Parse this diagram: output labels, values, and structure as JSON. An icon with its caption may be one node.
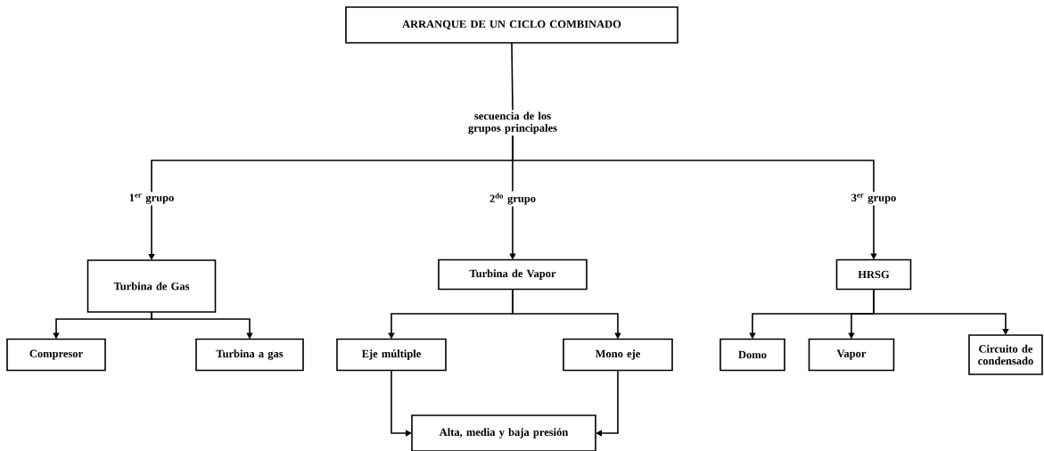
{
  "diagram": {
    "nodes": [
      {
        "text": [
          "ARRANQUE DE UN CICLO COMBINADO"
        ]
      },
      {
        "text": [
          "secuencia de los grupos principales"
        ]
      },
      {
        "text": [
          "1$^{er}$ grupo"
        ]
      },
      {
        "text": [
          "2$^{do}$ grupo"
        ]
      },
      {
        "text": [
          "3$^{er}$ grupo"
        ]
      },
      {
        "text": [
          "Turbina de Gas"
        ]
      },
      {
        "text": [
          "Turbina de Vapor"
        ]
      },
      {
        "text": [
          "HRSG"
        ]
      },
      {
        "text": [
          "Compresor"
        ]
      },
      {
        "text": [
          "Turbina a gas"
        ]
      },
      {
        "text": [
          "Eje múltiple"
        ]
      },
      {
        "text": [
          "Mono eje"
        ]
      },
      {
        "text": [
          "Domo"
        ]
      },
      {
        "text": [
          "Vapor"
        ]
      },
      {
        "text": [
          "Circuito de condensado"
        ]
      },
      {
        "text": [
          "Alta, media y baja presión"
        ]
      }
    ],
    "edges": [
      {
        "from": 0,
        "to": 1,
        "arrow": "none"
      },
      {
        "from": 1,
        "to": 2,
        "arrow": "none"
      },
      {
        "from": 1,
        "to": 3,
        "arrow": "none"
      },
      {
        "from": 1,
        "to": 4,
        "arrow": "none"
      },
      {
        "from": 2,
        "to": 5,
        "arrow": "to"
      },
      {
        "from": 3,
        "to": 6,
        "arrow": "to"
      },
      {
        "from": 4,
        "to": 7,
        "arrow": "to"
      },
      {
        "from": 5,
        "to": 8,
        "arrow": "to"
      },
      {
        "from": 5,
        "to": 9,
        "arrow": "to"
      },
      {
        "from": 6,
        "to": 10,
        "arrow": "to"
      },
      {
        "from": 6,
        "to": 11,
        "arrow": "to"
      },
      {
        "from": 7,
        "to": 12,
        "arrow": "to"
      },
      {
        "from": 7,
        "to": 13,
        "arrow": "to"
      },
      {
        "from": 7,
        "to": 14,
        "arrow": "to"
      },
      {
        "from": 10,
        "to": 15,
        "arrow": "to"
      },
      {
        "from": 11,
        "to": 15,
        "arrow": "to"
      }
    ]
  }
}
